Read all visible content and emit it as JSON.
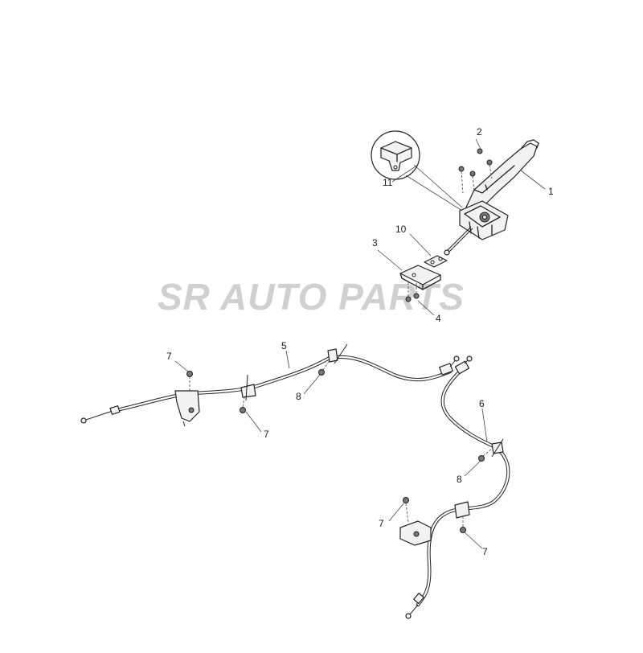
{
  "watermark": "SR AUTO PARTS",
  "callouts": {
    "c1": "1",
    "c2": "2",
    "c3": "3",
    "c4": "4",
    "c5": "5",
    "c6": "6",
    "c7a": "7",
    "c7b": "7",
    "c7c": "7",
    "c7d": "7",
    "c8a": "8",
    "c8b": "8",
    "c10": "10",
    "c11": "11"
  }
}
